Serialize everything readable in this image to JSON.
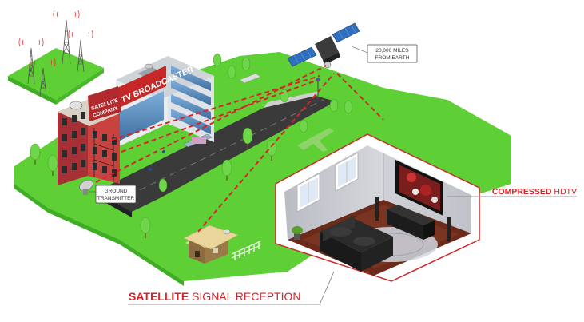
{
  "labels": {
    "satellite_company": [
      "SATELLITE",
      "COMPANY"
    ],
    "tv_broadcaster": "TV BROADCASTER",
    "satellite_distance": [
      "20,000 MILES",
      "FROM EARTH"
    ],
    "ground_transmitter": [
      "GROUND",
      "TRANSMITTER"
    ],
    "compressed_hdtv": {
      "highlight": "COMPRESSED",
      "rest": " HDTV"
    },
    "satellite_reception": {
      "highlight": "SATELLITE",
      "rest": " SIGNAL RECEPTION"
    }
  },
  "colors": {
    "accent_red": "#d8232a",
    "grass": "#5ecf35",
    "grass_dark": "#3fae25",
    "road": "#3a3a3a",
    "brick": "#b8373a",
    "glass": "#5c8fbf",
    "room_floor": "#6b2a1a",
    "room_wall": "#c9ccd2"
  },
  "icons": [
    "satellite-icon",
    "radio-tower-icon",
    "airplane-icon",
    "house-icon",
    "hdtv-icon",
    "sofa-icon",
    "tree-icon"
  ]
}
